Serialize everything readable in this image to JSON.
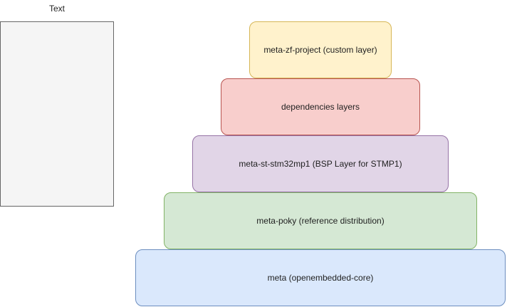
{
  "side_panel": {
    "label": "Text"
  },
  "layers": [
    {
      "label": "meta-zf-project (custom layer)",
      "fill": "#fff2cc",
      "stroke": "#d6b656"
    },
    {
      "label": "dependencies layers",
      "fill": "#f8cecc",
      "stroke": "#b85450"
    },
    {
      "label": "meta-st-stm32mp1 (BSP Layer for STMP1)",
      "fill": "#e1d5e7",
      "stroke": "#9673a6"
    },
    {
      "label": "meta-poky (reference distribution)",
      "fill": "#d5e8d4",
      "stroke": "#82b366"
    },
    {
      "label": "meta (openembedded-core)",
      "fill": "#dae8fc",
      "stroke": "#6c8ebf"
    }
  ]
}
